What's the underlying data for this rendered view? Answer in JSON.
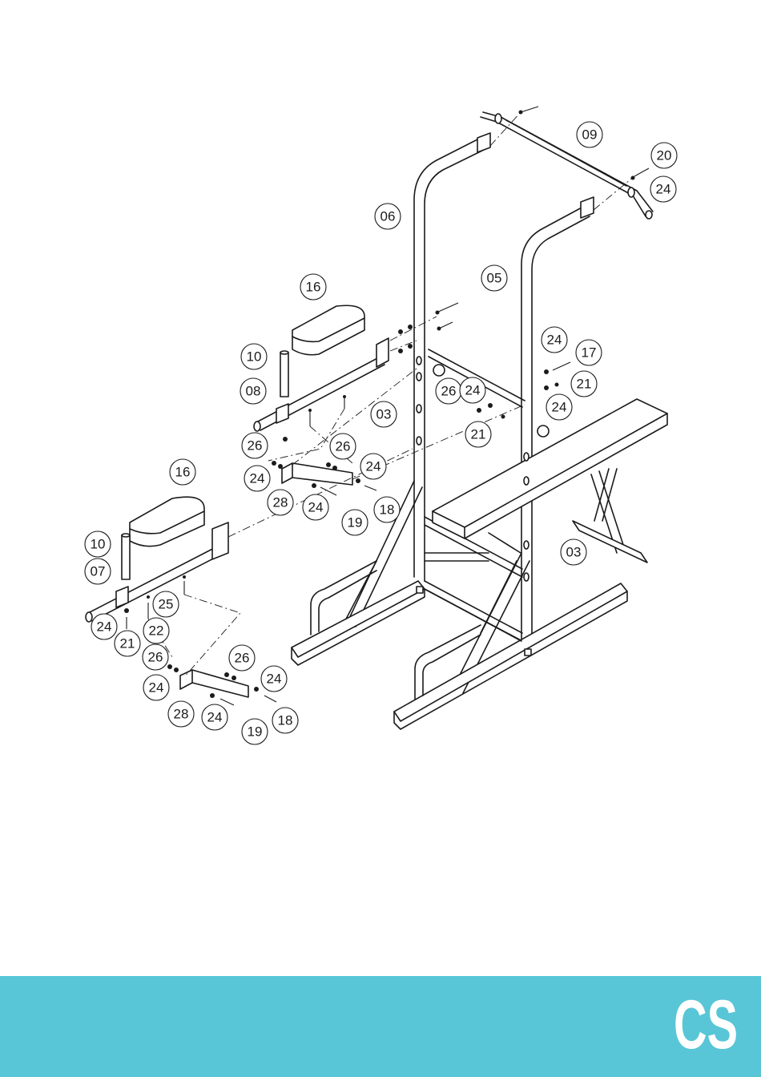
{
  "diagram": {
    "callouts": [
      "09",
      "20",
      "24",
      "06",
      "05",
      "16",
      "10",
      "08",
      "03",
      "24",
      "17",
      "26",
      "24",
      "21",
      "24",
      "21",
      "26",
      "26",
      "24",
      "24",
      "28",
      "24",
      "19",
      "18",
      "03",
      "16",
      "10",
      "07",
      "25",
      "24",
      "21",
      "22",
      "26",
      "26",
      "24",
      "24",
      "28",
      "24",
      "19",
      "18"
    ]
  },
  "footer": {
    "logo_text": "CS",
    "background_color": "#58c6d6",
    "logo_color": "#ffffff"
  }
}
